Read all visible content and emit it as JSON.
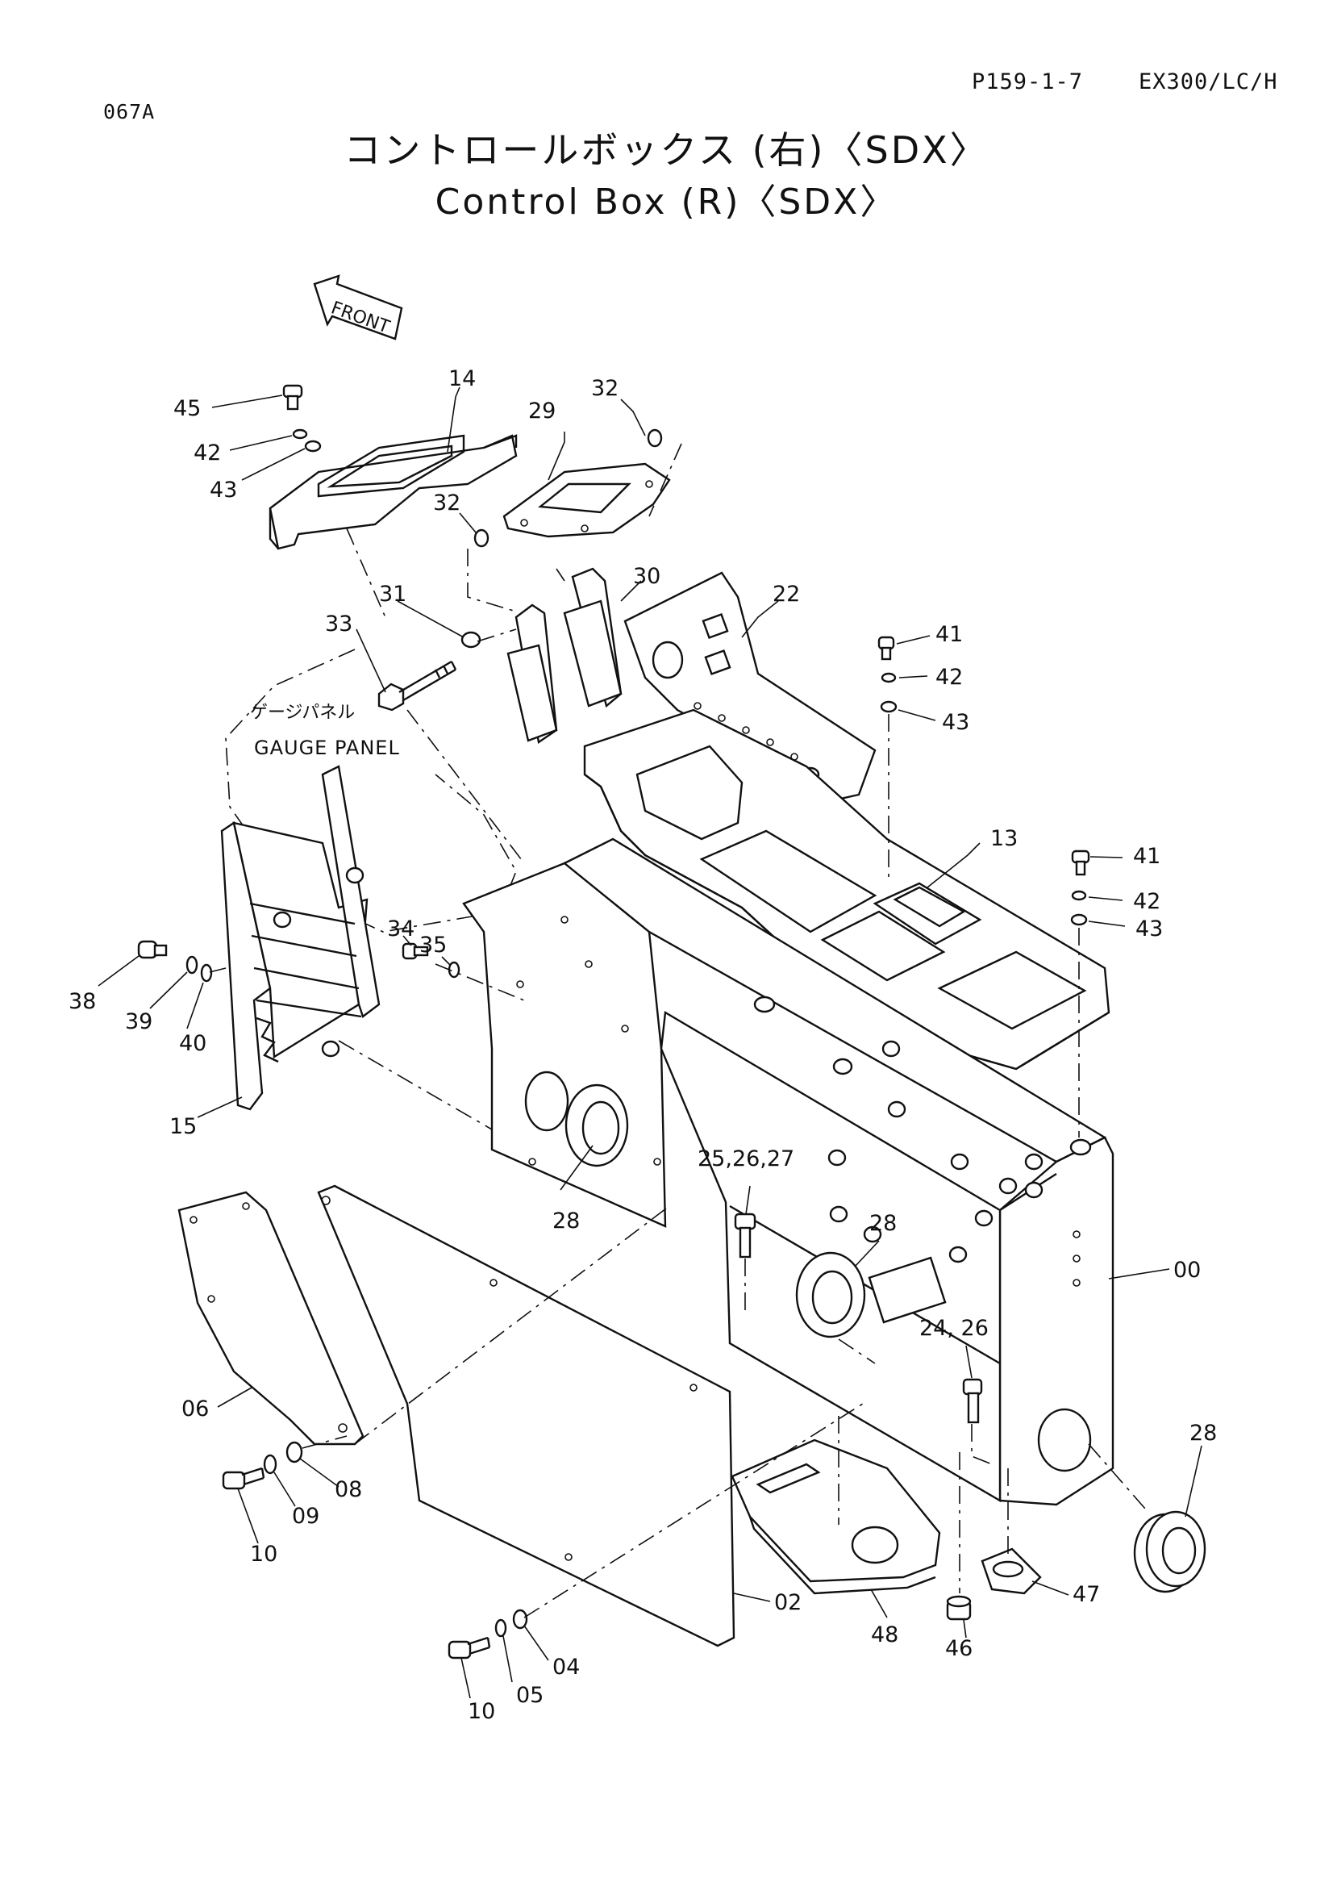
{
  "header": {
    "code": "067A",
    "page_ref": "P159-1-7",
    "model": "EX300/LC/H"
  },
  "title": {
    "japanese": "コントロールボックス (右)〈SDX〉",
    "english": "Control Box (R)〈SDX〉"
  },
  "direction_label": "FRONT",
  "gauge_panel": {
    "japanese": "ゲージパネル",
    "english": "GAUGE PANEL"
  },
  "callouts": {
    "c45": "45",
    "c14": "14",
    "c32a": "32",
    "c42a": "42",
    "c43a": "43",
    "c29": "29",
    "c32b": "32",
    "c30": "30",
    "c31": "31",
    "c33": "33",
    "c22": "22",
    "c41a": "41",
    "c42b": "42",
    "c43b": "43",
    "c13": "13",
    "c41b": "41",
    "c42c": "42",
    "c43c": "43",
    "c34": "34",
    "c35": "35",
    "c38": "38",
    "c39": "39",
    "c40": "40",
    "c15": "15",
    "c28a": "28",
    "c252627": "25,26,27",
    "c28b": "28",
    "c2426": "24, 26",
    "c00": "00",
    "c06": "06",
    "c08": "08",
    "c09": "09",
    "c10a": "10",
    "c28c": "28",
    "c02": "02",
    "c04": "04",
    "c05": "05",
    "c10b": "10",
    "c47": "47",
    "c46": "46",
    "c48": "48"
  }
}
